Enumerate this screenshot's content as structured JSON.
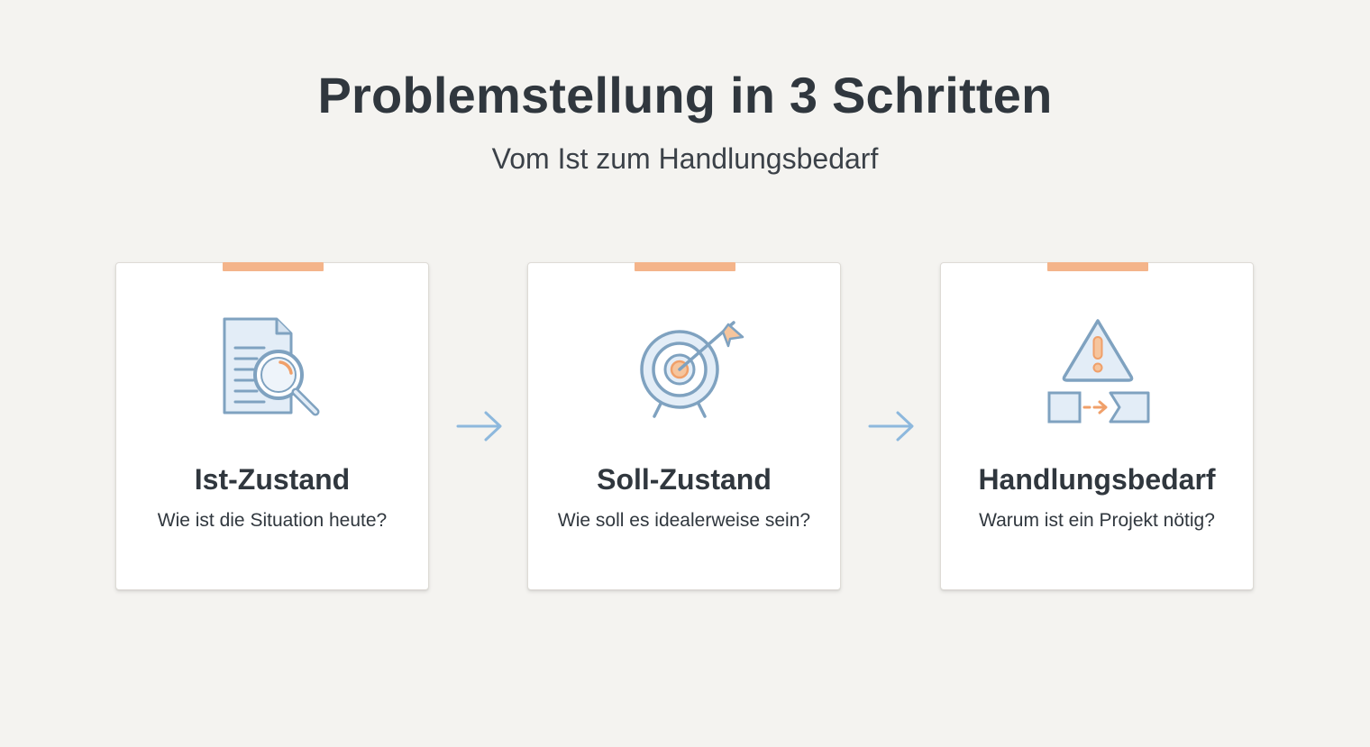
{
  "header": {
    "title": "Problemstellung in 3 Schritten",
    "subtitle": "Vom Ist zum Handlungsbedarf"
  },
  "steps": [
    {
      "title": "Ist-Zustand",
      "text": "Wie ist die Situation heute?",
      "icon": "document-search-icon"
    },
    {
      "title": "Soll-Zustand",
      "text": "Wie soll es idealerweise sein?",
      "icon": "target-flag-icon"
    },
    {
      "title": "Handlungsbedarf",
      "text": "Warum ist ein Projekt nötig?",
      "icon": "warning-transition-icon"
    }
  ],
  "colors": {
    "accent": "#f4b48a",
    "icon_stroke": "#7fa2c0",
    "icon_fill": "#e3edf7",
    "arrow": "#8db8dd",
    "text": "#30373e",
    "background": "#f4f3f0"
  }
}
